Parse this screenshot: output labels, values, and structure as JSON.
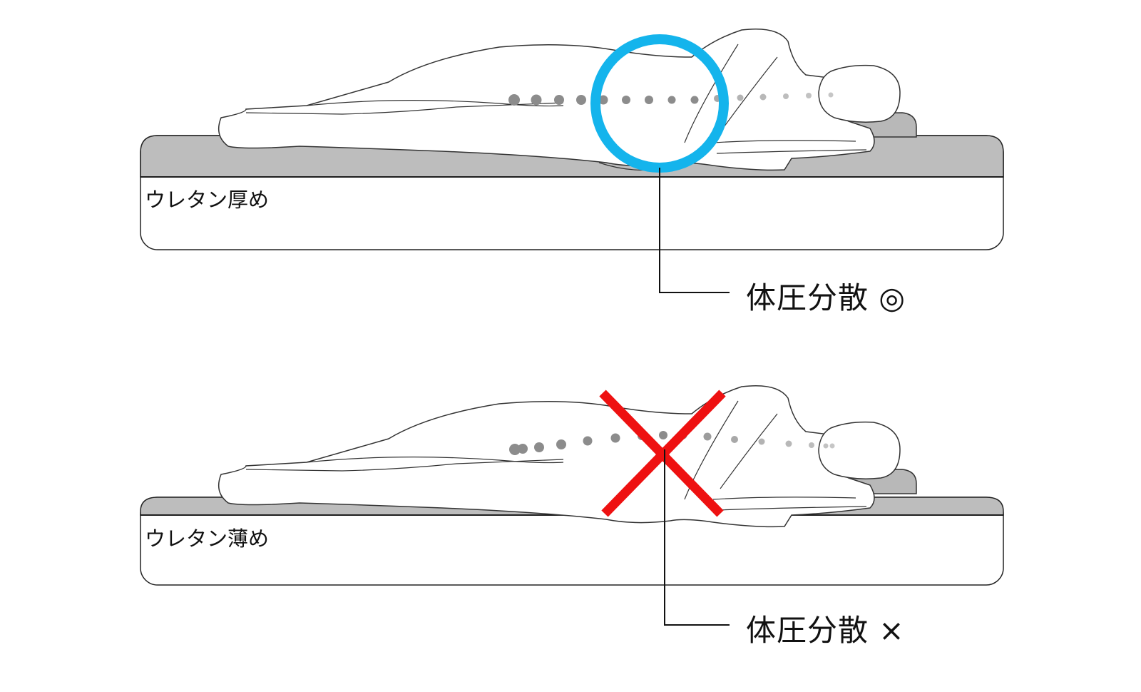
{
  "panels": [
    {
      "mattress_label": "ウレタン厚め",
      "result_text": "体圧分散",
      "result_mark": "◎",
      "highlight_color": "#14b4ec",
      "highlight_type": "circle"
    },
    {
      "mattress_label": "ウレタン薄め",
      "result_text": "体圧分散",
      "result_mark": "×",
      "highlight_color": "#ee1111",
      "highlight_type": "cross"
    }
  ],
  "colors": {
    "mattress_top": "#bdbdbd",
    "mattress_body": "#ffffff",
    "outline": "#222222",
    "spine_dots": "#8c8c8c"
  }
}
